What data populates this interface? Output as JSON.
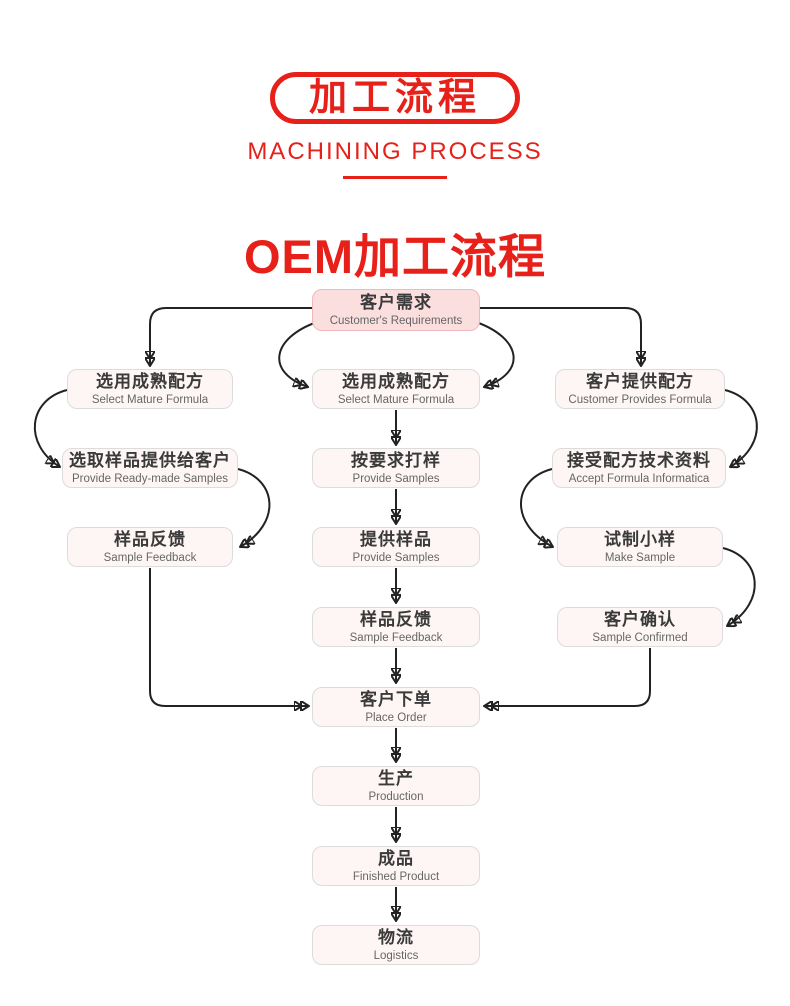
{
  "header": {
    "badge_title": "加工流程",
    "subtitle": "MACHINING PROCESS",
    "section_title": "OEM加工流程"
  },
  "colors": {
    "accent_red": "#e7211a",
    "top_node_fill": "#fbdede",
    "top_node_border": "#f0b8b8",
    "node_fill": "#fdf6f4",
    "node_border": "#dcdcdc",
    "arrow": "#222222"
  },
  "flowchart": {
    "nodes": [
      {
        "id": "customer-requirements",
        "zh": "客户需求",
        "en": "Customer's Requirements"
      },
      {
        "id": "select-mature-formula-left",
        "zh": "选用成熟配方",
        "en": "Select Mature Formula"
      },
      {
        "id": "select-mature-formula-mid",
        "zh": "选用成熟配方",
        "en": "Select Mature Formula"
      },
      {
        "id": "customer-provides-formula",
        "zh": "客户提供配方",
        "en": "Customer Provides Formula"
      },
      {
        "id": "provide-ready-made-samples",
        "zh": "选取样品提供给客户",
        "en": "Provide Ready-made Samples"
      },
      {
        "id": "sample-on-request",
        "zh": "按要求打样",
        "en": "Provide Samples"
      },
      {
        "id": "accept-formula-information",
        "zh": "接受配方技术资料",
        "en": "Accept Formula Informatica"
      },
      {
        "id": "sample-feedback-left",
        "zh": "样品反馈",
        "en": "Sample Feedback"
      },
      {
        "id": "provide-samples",
        "zh": "提供样品",
        "en": "Provide Samples"
      },
      {
        "id": "make-sample",
        "zh": "试制小样",
        "en": "Make Sample"
      },
      {
        "id": "sample-feedback-mid",
        "zh": "样品反馈",
        "en": "Sample Feedback"
      },
      {
        "id": "sample-confirmed",
        "zh": "客户确认",
        "en": "Sample Confirmed"
      },
      {
        "id": "place-order",
        "zh": "客户下单",
        "en": "Place Order"
      },
      {
        "id": "production",
        "zh": "生产",
        "en": "Production"
      },
      {
        "id": "finished-product",
        "zh": "成品",
        "en": "Finished Product"
      },
      {
        "id": "logistics",
        "zh": "物流",
        "en": "Logistics"
      }
    ],
    "edges": [
      {
        "from": "customer-requirements",
        "to": "select-mature-formula-left"
      },
      {
        "from": "customer-requirements",
        "to": "select-mature-formula-mid",
        "side": "left"
      },
      {
        "from": "customer-requirements",
        "to": "select-mature-formula-mid",
        "side": "right"
      },
      {
        "from": "customer-requirements",
        "to": "customer-provides-formula"
      },
      {
        "from": "select-mature-formula-left",
        "to": "provide-ready-made-samples"
      },
      {
        "from": "provide-ready-made-samples",
        "to": "sample-feedback-left"
      },
      {
        "from": "sample-feedback-left",
        "to": "place-order"
      },
      {
        "from": "select-mature-formula-mid",
        "to": "sample-on-request"
      },
      {
        "from": "sample-on-request",
        "to": "provide-samples"
      },
      {
        "from": "provide-samples",
        "to": "sample-feedback-mid"
      },
      {
        "from": "sample-feedback-mid",
        "to": "place-order"
      },
      {
        "from": "customer-provides-formula",
        "to": "accept-formula-information"
      },
      {
        "from": "accept-formula-information",
        "to": "make-sample"
      },
      {
        "from": "make-sample",
        "to": "sample-confirmed"
      },
      {
        "from": "sample-confirmed",
        "to": "place-order"
      },
      {
        "from": "place-order",
        "to": "production"
      },
      {
        "from": "production",
        "to": "finished-product"
      },
      {
        "from": "finished-product",
        "to": "logistics"
      }
    ]
  }
}
